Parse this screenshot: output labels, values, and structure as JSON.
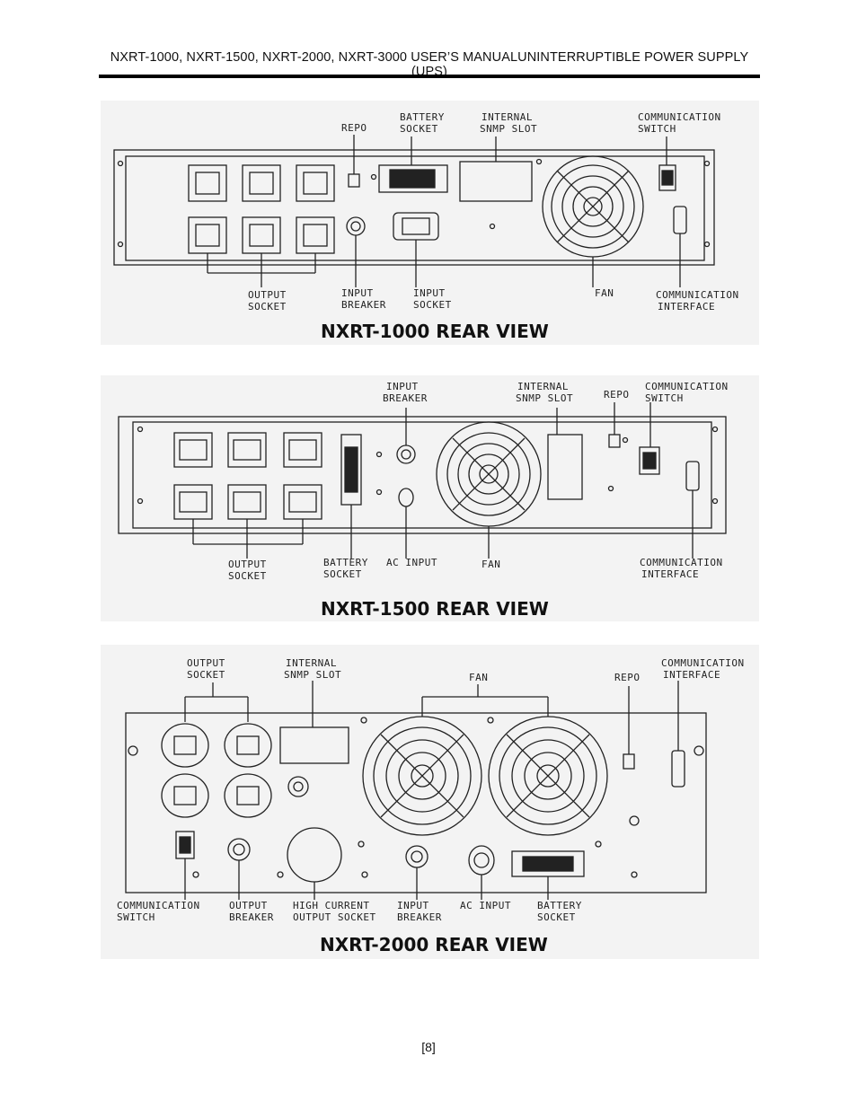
{
  "header": "NXRT-1000, NXRT-1500, NXRT-2000, NXRT-3000 USER’S MANUALUNINTERRUPTIBLE POWER SUPPLY (UPS)",
  "page_number": "[8]",
  "figures": [
    {
      "title": "NXRT-1000 REAR VIEW",
      "labels": {
        "repo": "REPO",
        "battery_socket": [
          "BATTERY",
          "SOCKET"
        ],
        "internal_snmp_slot": [
          "INTERNAL",
          "SNMP SLOT"
        ],
        "communication_switch": [
          "COMMUNICATION",
          "SWITCH"
        ],
        "output_socket": [
          "OUTPUT",
          "SOCKET"
        ],
        "input_breaker": [
          "INPUT",
          "BREAKER"
        ],
        "input_socket": [
          "INPUT",
          "SOCKET"
        ],
        "fan": "FAN",
        "communication_interface": [
          "COMMUNICATION",
          "INTERFACE"
        ]
      }
    },
    {
      "title": "NXRT-1500 REAR VIEW",
      "labels": {
        "input_breaker": [
          "INPUT",
          "BREAKER"
        ],
        "internal_snmp_slot": [
          "INTERNAL",
          "SNMP SLOT"
        ],
        "repo": "REPO",
        "communication_switch": [
          "COMMUNICATION",
          "SWITCH"
        ],
        "output_socket": [
          "OUTPUT",
          "SOCKET"
        ],
        "battery_socket": [
          "BATTERY",
          "SOCKET"
        ],
        "ac_input": "AC INPUT",
        "fan": "FAN",
        "communication_interface": [
          "COMMUNICATION",
          "INTERFACE"
        ]
      }
    },
    {
      "title": "NXRT-2000 REAR VIEW",
      "labels": {
        "output_socket": [
          "OUTPUT",
          "SOCKET"
        ],
        "internal_snmp_slot": [
          "INTERNAL",
          "SNMP SLOT"
        ],
        "fan": "FAN",
        "repo": "REPO",
        "communication_interface": [
          "COMMUNICATION",
          "INTERFACE"
        ],
        "communication_switch": [
          "COMMUNICATION",
          "SWITCH"
        ],
        "output_breaker": [
          "OUTPUT",
          "BREAKER"
        ],
        "high_current_output_socket": [
          "HIGH CURRENT",
          "OUTPUT SOCKET"
        ],
        "input_breaker": [
          "INPUT",
          "BREAKER"
        ],
        "ac_input": "AC INPUT",
        "battery_socket": [
          "BATTERY",
          "SOCKET"
        ]
      }
    }
  ]
}
